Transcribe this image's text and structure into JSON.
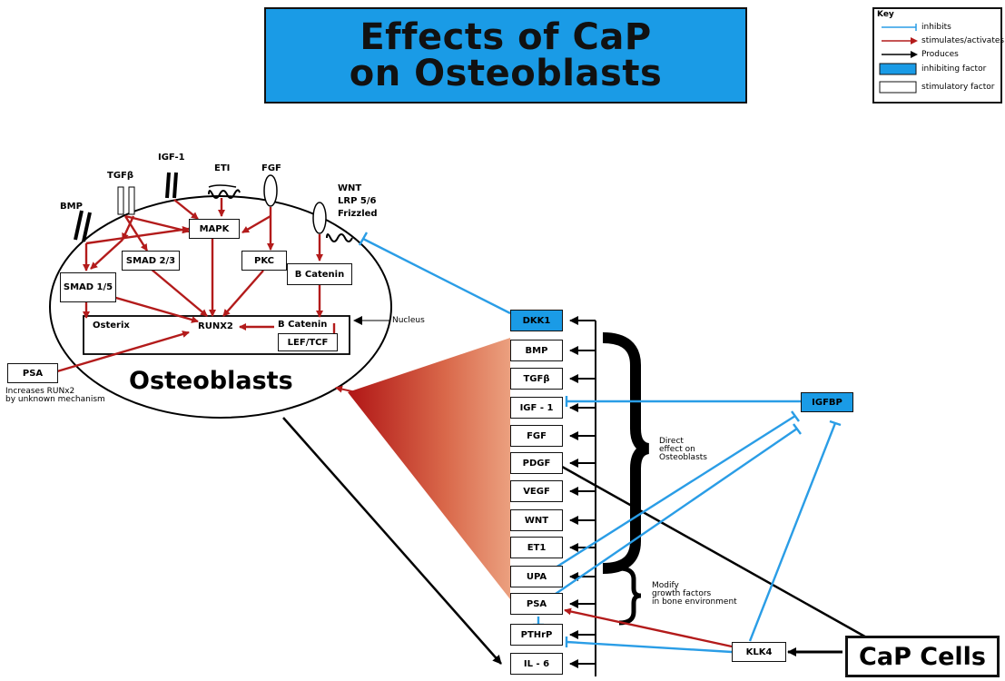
{
  "title": {
    "line1": "Effects of CaP",
    "line2": "on Osteoblasts"
  },
  "key": {
    "heading": "Key",
    "items": [
      {
        "label": "inhibits",
        "color": "#2a9de6"
      },
      {
        "label": "stimulates/activates",
        "color": "#b31b1b"
      },
      {
        "label": "Produces",
        "color": "#000000"
      },
      {
        "label": "inhibiting factor",
        "color": "#1a9be6"
      },
      {
        "label": "stimulatory factor",
        "color": "#ffffff"
      }
    ]
  },
  "receptors": {
    "bmp": "BMP",
    "tgfb": "TGFβ",
    "igf1": "IGF-1",
    "eti": "ETI",
    "fgf": "FGF",
    "wnt1": "WNT",
    "wnt2": "LRP 5/6",
    "wnt3": "Frizzled"
  },
  "cell": {
    "mapk": "MAPK",
    "smad23": "SMAD 2/3",
    "pkc": "PKC",
    "bcatenin": "B Catenin",
    "smad15": "SMAD 1/5",
    "osterix": "Osterix",
    "runx2": "RUNX2",
    "bcatenin2": "B Catenin",
    "leftcf": "LEF/TCF",
    "nucleus": "Nucleus",
    "osteoblasts": "Osteoblasts"
  },
  "psa_box": {
    "label": "PSA",
    "note1": "Increases RUNx2",
    "note2": "by unknown mechanism"
  },
  "factors": [
    "DKK1",
    "BMP",
    "TGFβ",
    "IGF - 1",
    "FGF",
    "PDGF",
    "VEGF",
    "WNT",
    "ET1",
    "UPA",
    "PSA",
    "PTHrP",
    "IL - 6"
  ],
  "brace_labels": {
    "direct1": "Direct",
    "direct2": "effect on",
    "direct3": "Osteoblasts",
    "modify1": "Modify",
    "modify2": "growth factors",
    "modify3": "in bone environment"
  },
  "igfbp": "IGFBP",
  "klk4": "KLK4",
  "cap_cells": "CaP Cells"
}
